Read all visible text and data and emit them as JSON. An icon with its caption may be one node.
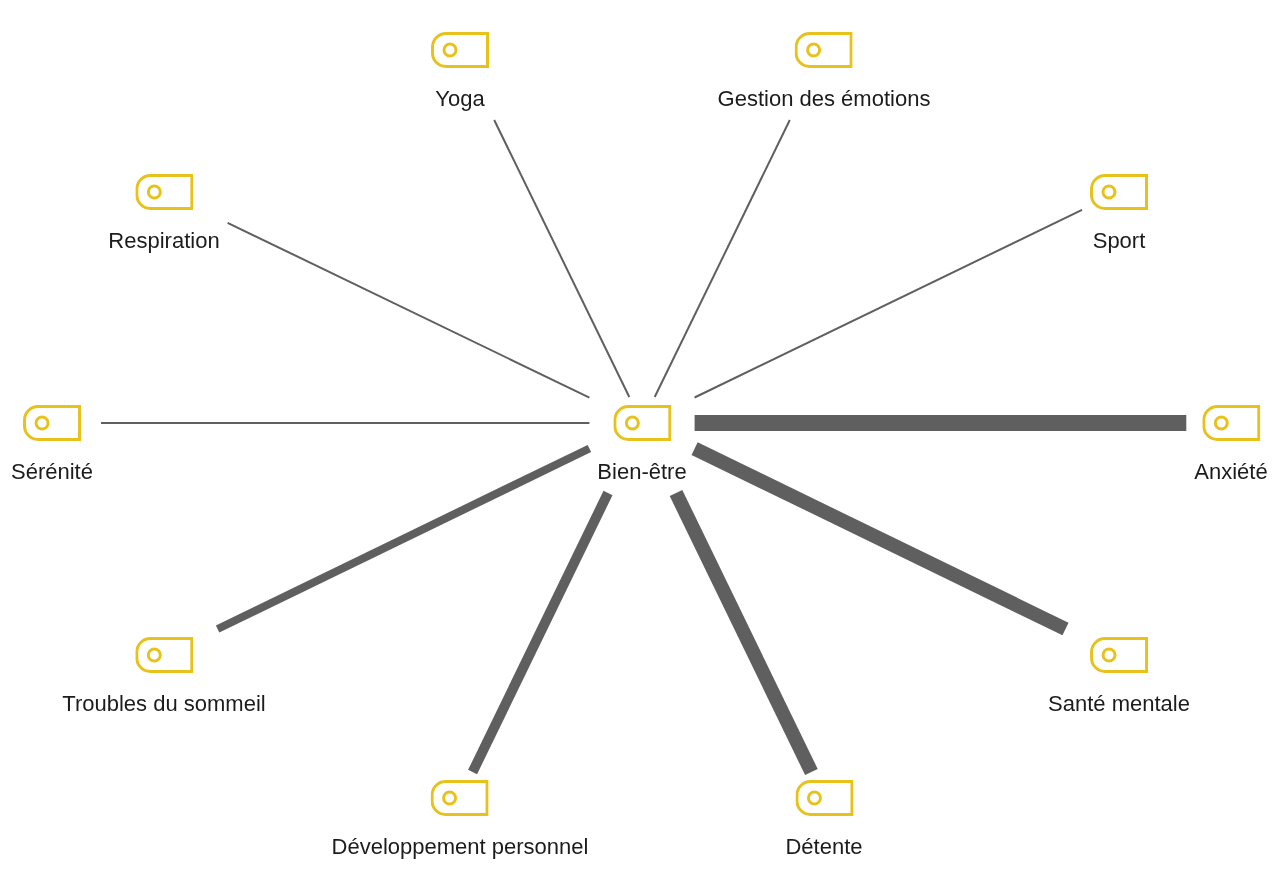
{
  "diagram": {
    "nodes": [
      {
        "text": [
          "Yoga"
        ]
      },
      {
        "text": [
          "Gestion des émotions"
        ]
      },
      {
        "text": [
          "Respiration"
        ]
      },
      {
        "text": [
          "Sport"
        ]
      },
      {
        "text": [
          "Sérénité"
        ]
      },
      {
        "text": [
          "Bien-être"
        ]
      },
      {
        "text": [
          "Anxiété"
        ]
      },
      {
        "text": [
          "Troubles du sommeil"
        ]
      },
      {
        "text": [
          "Santé mentale"
        ]
      },
      {
        "text": [
          "Développement personnel"
        ]
      },
      {
        "text": [
          "Détente"
        ]
      }
    ],
    "edges": [
      {
        "from": 5,
        "to": 0,
        "arrow": "none"
      },
      {
        "from": 5,
        "to": 1,
        "arrow": "none"
      },
      {
        "from": 5,
        "to": 2,
        "arrow": "none"
      },
      {
        "from": 5,
        "to": 3,
        "arrow": "none"
      },
      {
        "from": 5,
        "to": 4,
        "arrow": "none"
      },
      {
        "from": 5,
        "to": 6,
        "arrow": "none",
        "style": "thick"
      },
      {
        "from": 5,
        "to": 7,
        "arrow": "none",
        "style": "thick"
      },
      {
        "from": 5,
        "to": 8,
        "arrow": "none",
        "style": "thick"
      },
      {
        "from": 5,
        "to": 9,
        "arrow": "none",
        "style": "thick"
      },
      {
        "from": 5,
        "to": 10,
        "arrow": "none",
        "style": "thick"
      }
    ]
  }
}
